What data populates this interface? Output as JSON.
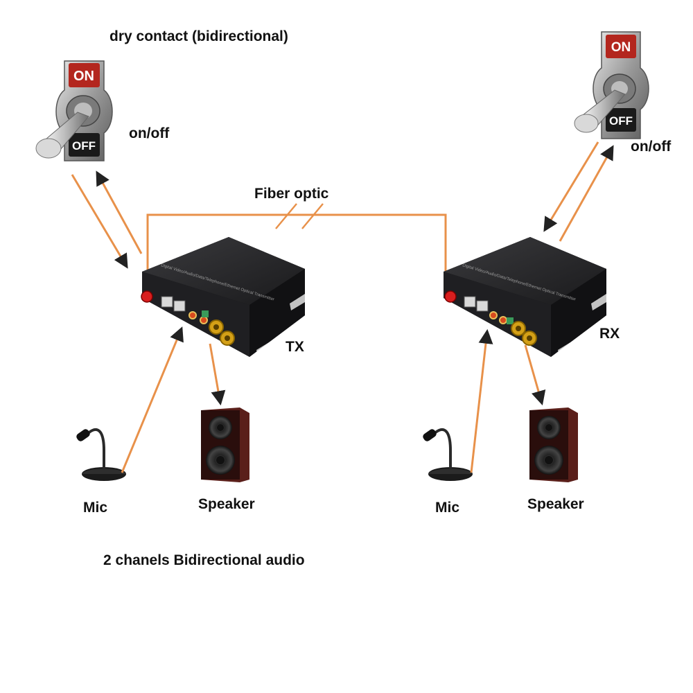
{
  "labels": {
    "dry_contact": "dry contact  (bidirectional)",
    "onoff_left": "on/off",
    "onoff_right": "on/off",
    "fiber": "Fiber optic",
    "tx": "TX",
    "rx": "RX",
    "mic_left": "Mic",
    "mic_right": "Mic",
    "speaker_left": "Speaker",
    "speaker_right": "Speaker",
    "footer": "2 chanels Bidirectional audio"
  },
  "switch": {
    "on": "ON",
    "off": "OFF"
  },
  "device_panel_text": "Digital Video/Audio/Data/Telephone/Ethernet Optical Transmitter",
  "colors": {
    "arrow": "#e8914a",
    "fiber": "#e8914a",
    "device": "#1c1c1e",
    "switch_on": "#b3261e",
    "switch_off": "#1a1a1a",
    "speaker_wood": "#5a1f1a",
    "fiber_connector": "#d81e1e",
    "rca_gold": "#d4a017"
  }
}
